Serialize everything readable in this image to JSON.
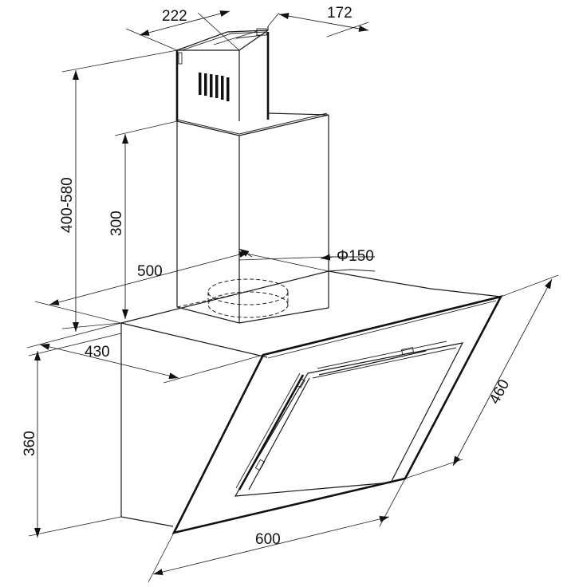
{
  "dimensions": {
    "chimney_width": "222",
    "chimney_depth": "172",
    "total_height_range": "400-580",
    "chimney_height": "300",
    "duct_diameter": "Φ150",
    "canopy_depth_top": "500",
    "body_depth": "430",
    "body_height": "360",
    "glass_height": "460",
    "hood_width": "600"
  }
}
